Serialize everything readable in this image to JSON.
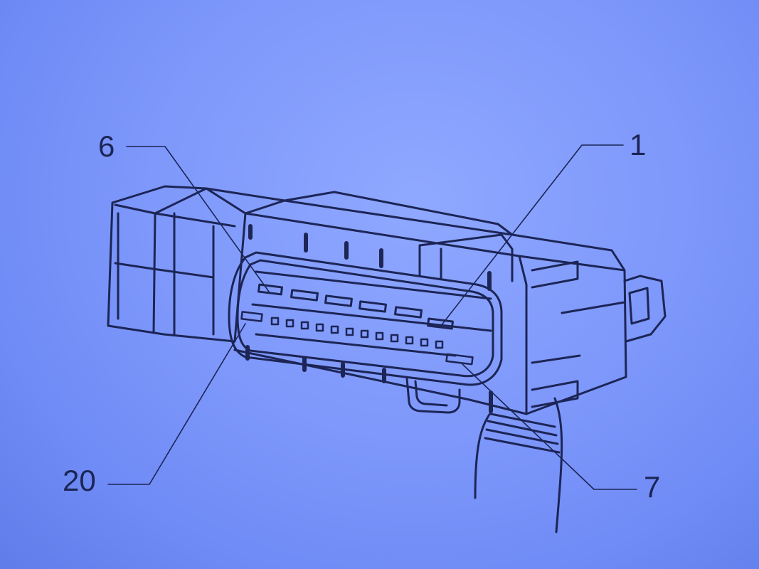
{
  "callouts": {
    "pin_6": "6",
    "pin_1": "1",
    "pin_20": "20",
    "pin_7": "7"
  },
  "colors": {
    "line": "#1c2556",
    "paper": "#7e98fb"
  }
}
